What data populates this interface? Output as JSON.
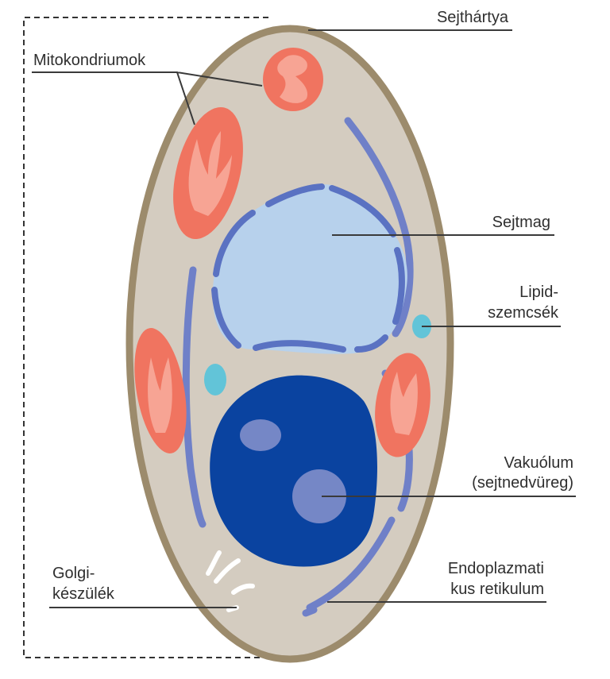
{
  "title": "",
  "labels": {
    "cell_membrane": "Sejthártya",
    "mitochondria": "Mitokondriumok",
    "nucleus": "Sejtmag",
    "lipid_line1": "Lipid-",
    "lipid_line2": "szemcsék",
    "vacuole_line1": "Vakuólum",
    "vacuole_line2": "(sejtnedvüreg)",
    "golgi_line1": "Golgi-",
    "golgi_line2": "készülék",
    "er_line1": "Endoplazmati",
    "er_line2": "kus retikulum"
  },
  "colors": {
    "membrane": "#9c8b6c",
    "cytoplasm": "#d4ccc0",
    "mitochondrion": "#f07460",
    "mitochondrion_inner": "#f7a494",
    "nucleus": "#b7d1ec",
    "er": "#6f80c8",
    "vacuole": "#0a43a0",
    "vacuole_spot": "#7587c6",
    "lipid": "#62c4d8",
    "golgi": "#ffffff",
    "leader_line": "#3a3a3a"
  }
}
